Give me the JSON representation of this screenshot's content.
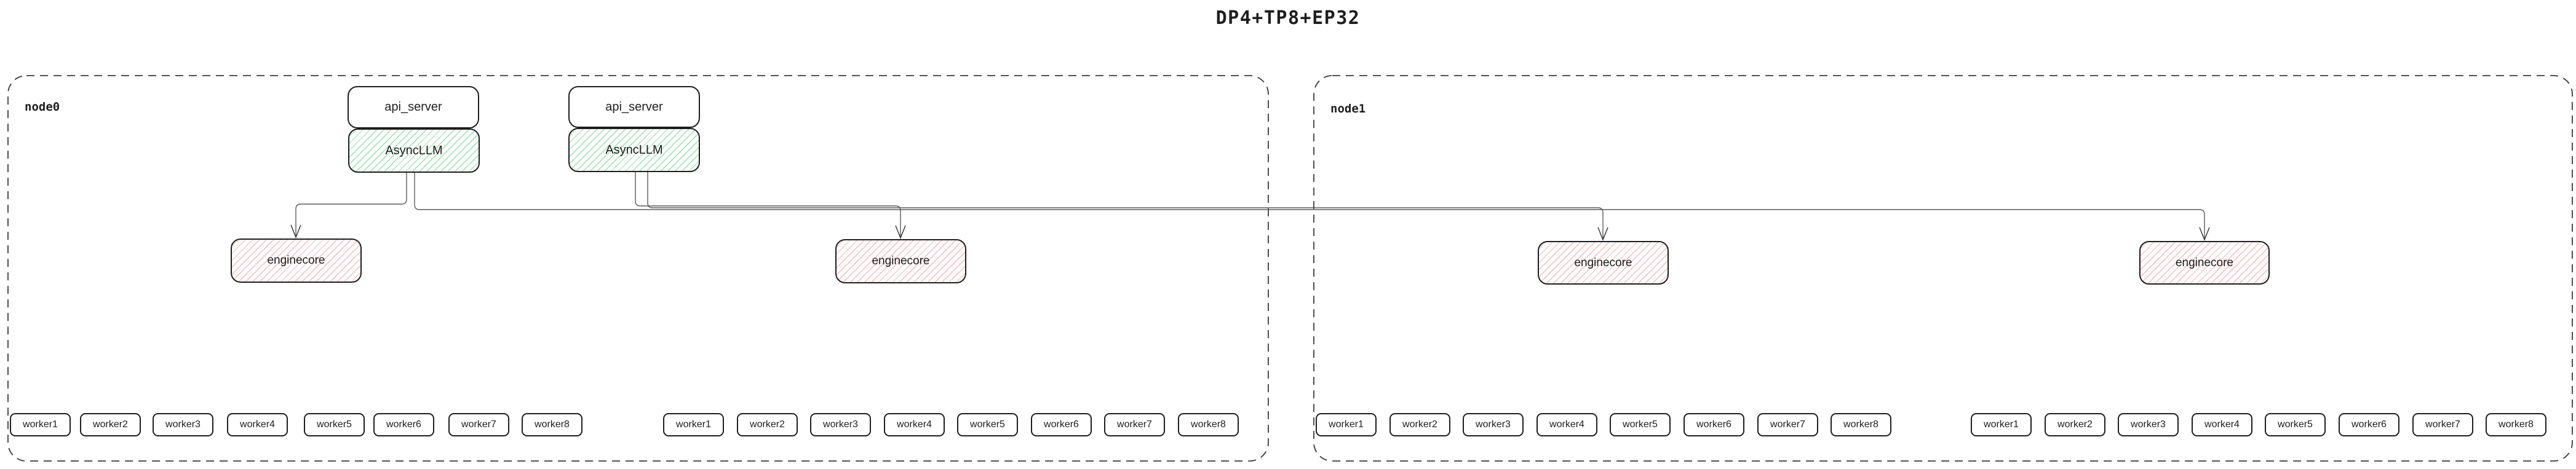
{
  "title": "DP4+TP8+EP32",
  "colors": {
    "box_border": "#1e1e1e",
    "node_border": "#3a3a3a",
    "connector": "#5c5c5c",
    "async_llm_hatch": "#96e2a8",
    "enginecore_hatch": "#f5bdbd",
    "background": "#ffffff"
  },
  "nodes": [
    {
      "label": "node0",
      "api_servers": [
        "api_server",
        "api_server"
      ],
      "async_llms": [
        "AsyncLLM",
        "AsyncLLM"
      ],
      "enginecores": [
        "enginecore",
        "enginecore"
      ],
      "worker_groups": [
        [
          "worker1",
          "worker2",
          "worker3",
          "worker4",
          "worker5",
          "worker6",
          "worker7",
          "worker8"
        ],
        [
          "worker1",
          "worker2",
          "worker3",
          "worker4",
          "worker5",
          "worker6",
          "worker7",
          "worker8"
        ]
      ]
    },
    {
      "label": "node1",
      "enginecores": [
        "enginecore",
        "enginecore"
      ],
      "worker_groups": [
        [
          "worker1",
          "worker2",
          "worker3",
          "worker4",
          "worker5",
          "worker6",
          "worker7",
          "worker8"
        ],
        [
          "worker1",
          "worker2",
          "worker3",
          "worker4",
          "worker5",
          "worker6",
          "worker7",
          "worker8"
        ]
      ]
    }
  ]
}
